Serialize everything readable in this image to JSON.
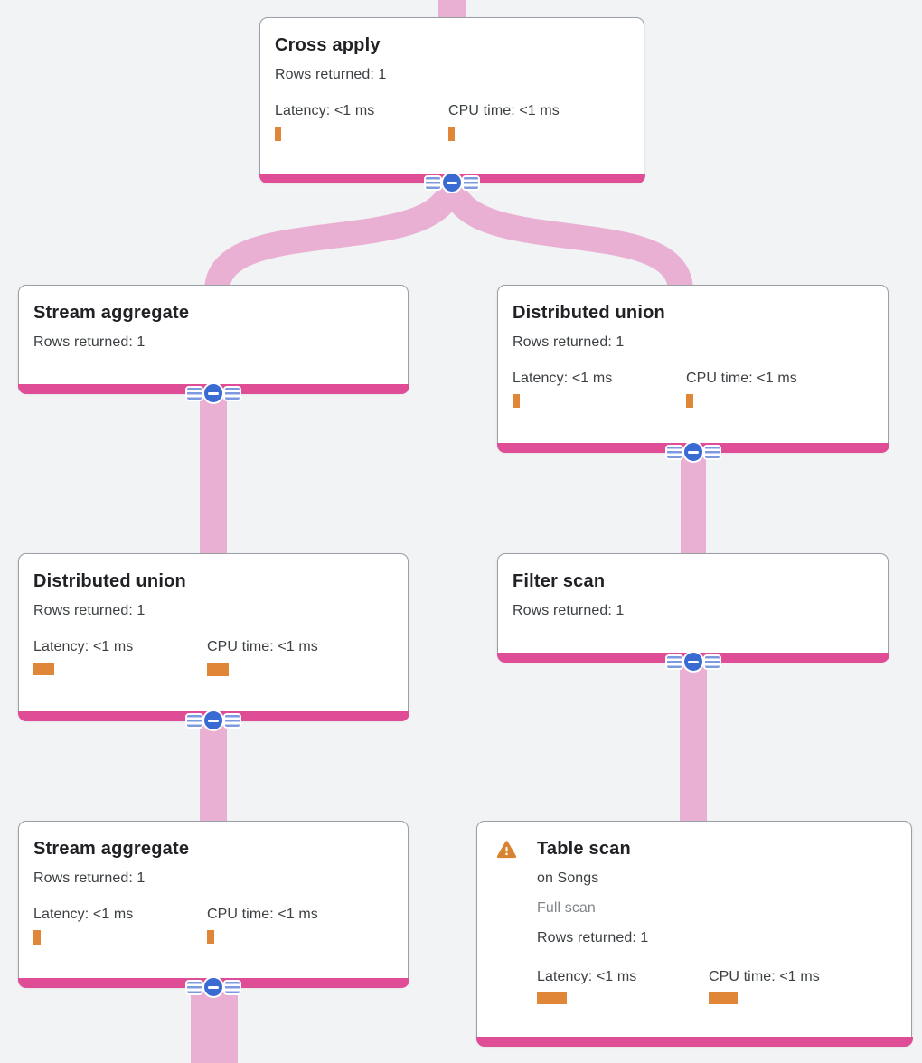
{
  "app": "query-execution-plan-visualizer",
  "colors": {
    "background": "#f1f3f4",
    "card_bg": "#ffffff",
    "card_border": "#9aa0a6",
    "accent_bar": "#e04d97",
    "edge": "#eab0d3",
    "collapse_blue": "#3a6bd2",
    "stripe_blue": "#7d9ae0",
    "bar_orange": "#df8639",
    "warning_orange": "#d9822f",
    "title_text": "#202124",
    "body_text": "#3c4043",
    "muted_text": "#80868b"
  },
  "icons": {
    "collapse": "minus-in-circle-icon",
    "warning": "warning-triangle-icon"
  },
  "nodes": [
    {
      "title": "Cross apply",
      "rows": "Rows returned: 1",
      "latency_label": "Latency: <1 ms",
      "cpu_label": "CPU time: <1 ms",
      "latency_bar": {
        "w": 7,
        "h": 16
      },
      "cpu_bar": {
        "w": 7,
        "h": 16
      }
    },
    {
      "title": "Stream aggregate",
      "rows": "Rows returned: 1"
    },
    {
      "title": "Distributed union",
      "rows": "Rows returned: 1",
      "latency_label": "Latency: <1 ms",
      "cpu_label": "CPU time: <1 ms",
      "latency_bar": {
        "w": 8,
        "h": 15
      },
      "cpu_bar": {
        "w": 8,
        "h": 15
      }
    },
    {
      "title": "Distributed union",
      "rows": "Rows returned: 1",
      "latency_label": "Latency: <1 ms",
      "cpu_label": "CPU time: <1 ms",
      "latency_bar": {
        "w": 23,
        "h": 14
      },
      "cpu_bar": {
        "w": 24,
        "h": 15
      }
    },
    {
      "title": "Filter scan",
      "rows": "Rows returned: 1"
    },
    {
      "title": "Stream aggregate",
      "rows": "Rows returned: 1",
      "latency_label": "Latency: <1 ms",
      "cpu_label": "CPU time: <1 ms",
      "latency_bar": {
        "w": 8,
        "h": 16
      },
      "cpu_bar": {
        "w": 8,
        "h": 15
      }
    },
    {
      "title": "Table scan",
      "table": "on Songs",
      "scan_type": "Full scan",
      "rows": "Rows returned: 1",
      "latency_label": "Latency: <1 ms",
      "cpu_label": "CPU time: <1 ms",
      "latency_bar": {
        "w": 33,
        "h": 13
      },
      "cpu_bar": {
        "w": 32,
        "h": 13
      }
    }
  ]
}
